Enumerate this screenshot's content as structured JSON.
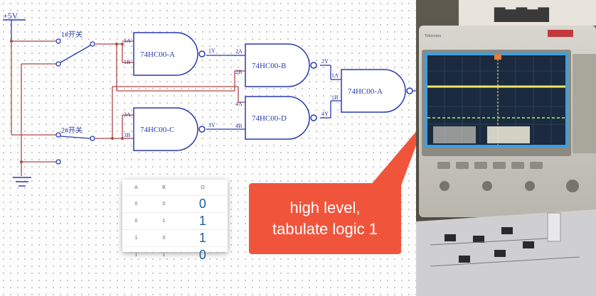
{
  "schematic": {
    "power_label": "+5V",
    "switch1_label": "1#开关",
    "switch2_label": "2#开关",
    "gates": [
      {
        "label": "74HC00-A",
        "in1": "1A",
        "in2": "1B",
        "out": "1Y"
      },
      {
        "label": "74HC00-B",
        "in1": "2A",
        "in2": "2B",
        "out": "2Y"
      },
      {
        "label": "74HC00-C",
        "in1": "3A",
        "in2": "3B",
        "out": "3Y"
      },
      {
        "label": "74HC00-D",
        "in1": "4A",
        "in2": "4B",
        "out": "4Y"
      },
      {
        "label": "74HC00-A",
        "in1": "1A",
        "in2": "1B",
        "out": ""
      }
    ]
  },
  "truth_table": {
    "headers": [
      "A",
      "B",
      "O"
    ],
    "rows": [
      [
        "0",
        "0",
        "0"
      ],
      [
        "0",
        "1",
        "1"
      ],
      [
        "1",
        "0",
        "1"
      ],
      [
        "1",
        "1",
        "0"
      ]
    ]
  },
  "callout": {
    "line1": "high level,",
    "line2": "tabulate logic 1"
  },
  "photo": {
    "scope_brand": "Tektronix"
  }
}
